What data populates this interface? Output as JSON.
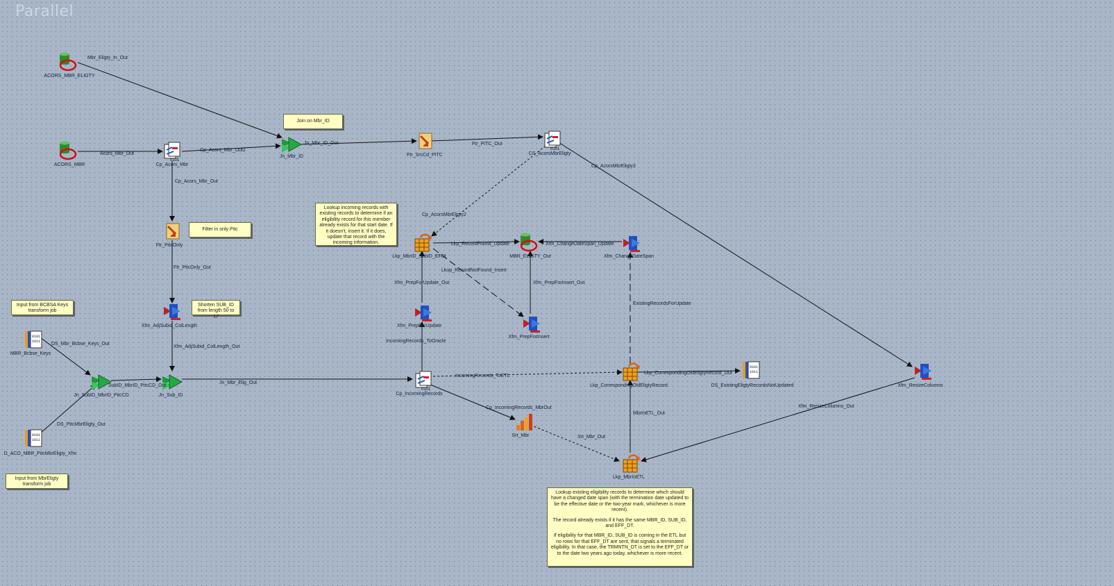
{
  "canvas": {
    "title": "Parallel"
  },
  "stages": {
    "acors_mbr_eligty": {
      "label": "ACORS_MBR_ELIGTY",
      "icon": "database-stage-icon"
    },
    "acors_mbr": {
      "label": "ACORS_MBR",
      "icon": "database-stage-icon"
    },
    "cp_acors_mbr": {
      "label": "Cp_Acors_Mbr",
      "icon": "copy-stage-icon"
    },
    "jn_mbr_id": {
      "label": "Jn_Mbr_ID",
      "icon": "join-stage-icon"
    },
    "ftr_srccd_pitc": {
      "label": "Ftr_SrcCd_PITC",
      "icon": "filter-stage-icon"
    },
    "cs_acorsmbreligty": {
      "label": "CS_AcorsMbrEligty",
      "icon": "copy-stage-icon"
    },
    "ftr_pitconly": {
      "label": "Ftr_PitcOnly",
      "icon": "filter-stage-icon"
    },
    "xfm_adjsubid": {
      "label": "Xfm_AdjSubid_ColLength",
      "icon": "transformer-stage-icon"
    },
    "mbr_bcbse_keys": {
      "label": "MBR_Bcbse_Keys",
      "icon": "dataset-stage-icon"
    },
    "ds_pitcmbreligty_xfm": {
      "label": "D_ACO_MBR_PitcMbrEligty_Xfm",
      "icon": "dataset-stage-icon"
    },
    "jn_subid": {
      "label": "Jn_SubID_MbrID_PitcCD",
      "icon": "join-stage-icon"
    },
    "jn_sub_id": {
      "label": "Jn_Sub_ID",
      "icon": "join-stage-icon"
    },
    "lkp_mbrid": {
      "label": "Lkp_MbrID_SubID_EFDt",
      "icon": "lookup-stage-icon"
    },
    "mbr_eligty_out": {
      "label": "MBR_ELIGTY_Out",
      "icon": "database-stage-icon"
    },
    "xfm_changedatespan": {
      "label": "Xfm_ChangeDateSpan",
      "icon": "transformer-stage-icon"
    },
    "xfm_prepforupdate": {
      "label": "Xfm_PrepForUpdate",
      "icon": "transformer-stage-icon"
    },
    "xfm_prepforinsert": {
      "label": "Xfm_PrepForInsert",
      "icon": "transformer-stage-icon"
    },
    "cp_incomingrecords": {
      "label": "Cp_IncomingRecords",
      "icon": "copy-stage-icon"
    },
    "lkp_corresponding": {
      "label": "Lkp_CorrespondingOldEligtyRecord",
      "icon": "lookup-stage-icon"
    },
    "ds_existing": {
      "label": "DS_ExistingEligtyRecordsNotUpdated",
      "icon": "dataset-stage-icon"
    },
    "srt_mbr": {
      "label": "Srt_Mbr",
      "icon": "sort-stage-icon"
    },
    "lkp_mbrinetl": {
      "label": "Lkp_MbrInETL",
      "icon": "lookup-stage-icon"
    },
    "xfm_resizecolumns": {
      "label": "Xfm_ResizeColumns",
      "icon": "transformer-stage-icon"
    }
  },
  "links": {
    "mbr_eligty_in_out": "Mbr_Eligty_In_Out",
    "acors_mbr_out": "Acors_Mbr_Out",
    "cp_acors_mbr_out2": "Cp_Acors_Mbr_Out2",
    "jn_mbr_id_out": "Jn_Mbr_ID_Out",
    "ftr_pitc_out": "Ftr_PITC_Out",
    "cp_acorsmbreligty3": "Cp_AcorsMbrEligty3",
    "cp_acors_mbr_out": "Cp_Acors_Mbr_Out",
    "cp_acorsmbreligty2": "Cp_AcorsMbrEligty2",
    "ftr_pitconly_out": "Ftr_PitcOnly_Out",
    "ds_mbr_bcbse_keys_out": "DS_Mbr_Bcbse_Keys_Out",
    "xfm_adjsubid_out": "Xfm_AdjSubid_ColLength_Out",
    "subid_mbrid_pitccd_out": "SubID_MbrID_PitcCD_Out",
    "ds_pitcmbreligty_out": "DS_PitcMbrEligty_Out",
    "jn_mbr_elig_out": "Jn_Mbr_Elig_Out",
    "lkp_recordfound_update": "Lkp_RecordFound_Update",
    "xfm_changedatespan_update": "Xfm_ChangeDateSpan_Update",
    "lkup_recordnotfound_insert": "Lkup_RecordNotFound_Insert",
    "xfm_prepforupdate_out": "Xfm_PrepForUpdate_Out",
    "xfm_prepforinsert_out": "Xfm_PrepForInsert_Out",
    "existingrecords_forupdate": "ExistingRecordsForUpdate",
    "incomingrecords_tooracle": "IncomingRecords_ToOracle",
    "incomingrecords_toetl": "IncomingRecords_ToETL",
    "lkp_corresponding_out": "Lkp_CorrespondingOldEligtyRecord_Out",
    "cp_incomingrecords_mbrout": "Cp_IncomingRecords_MbrOut",
    "srt_mbr_out": "Srt_Mbr_Out",
    "mbrinetl_out": "MbrInETL_Out",
    "xfm_resizecolumns_out": "Xfm_ResizeColumns_Out"
  },
  "notes": {
    "join_on_mbr_id": "Join on Mbr_ID",
    "filter_in_only_pitc": "Filter in only Pitc",
    "input_from_bcbsa": "Input from BCBSA Keys transform job",
    "shorten_sub_id": "Shorten SUB_ID from length 50 to 17",
    "input_from_mbreligty": "Input from MbrEligty transform job",
    "lookup_incoming": "Lookup incoming records with existing records to determine if an eligibility record for this member already exists for that start date. If it doesn't, insert it. If it does, update that record with the incoming information.",
    "lookup_existing_p1": "Lookup existing eligibility records to determine which should have a changed date span (with the termination date updated to be the effective date or the two-year mark, whichever is more recent).",
    "lookup_existing_p2": "The record already exists if it has the same MBR_ID, SUB_ID, and EFF_DT.",
    "lookup_existing_p3": "If eligibility for that MBR_ID, SUB_ID is coming in the ETL but no rows for that EFF_DT are sent, that signals a terminated eligibility. In that case, the TRMNTN_DT is set to the EFF_DT or to the date two years ago today, whichever is more recent."
  },
  "colors": {
    "canvas": "#a9b6c8",
    "link": "#111111",
    "note": "#ffffc4"
  }
}
